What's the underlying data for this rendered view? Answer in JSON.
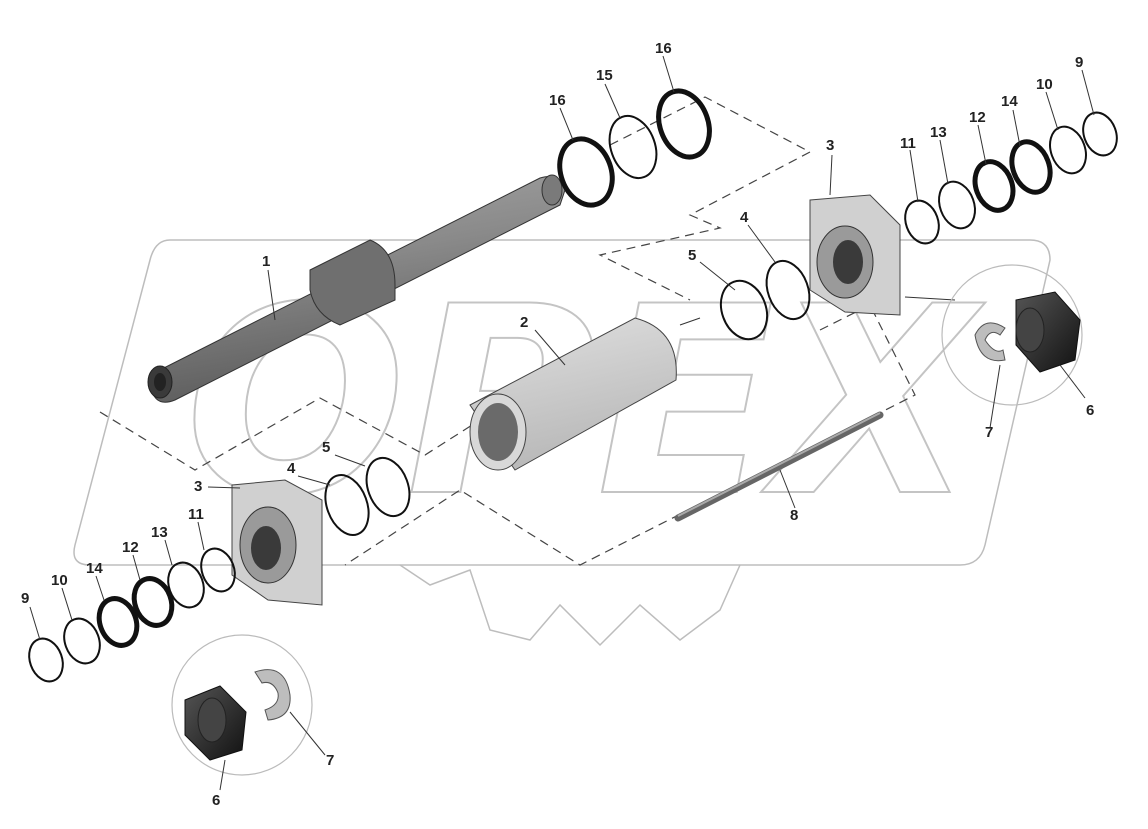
{
  "diagram": {
    "callouts": {
      "c1": "1",
      "c2": "2",
      "c3_right": "3",
      "c3_left": "3",
      "c4_right": "4",
      "c4_left": "4",
      "c5_right": "5",
      "c5_left": "5",
      "c6_right": "6",
      "c6_left": "6",
      "c7_right": "7",
      "c7_left": "7",
      "c8": "8",
      "c9_right": "9",
      "c9_left": "9",
      "c10_right": "10",
      "c10_left": "10",
      "c11_right": "11",
      "c11_left": "11",
      "c12_right": "12",
      "c12_left": "12",
      "c13_right": "13",
      "c13_left": "13",
      "c14_right": "14",
      "c14_left": "14",
      "c15": "15",
      "c16_top": "16",
      "c16_mid": "16"
    },
    "watermark_text": "OPEX",
    "colors": {
      "part_gray": "#8c8c8c",
      "part_light": "#c9c9c9",
      "part_dark": "#2a2a2a",
      "watermark": "#bdbdbd"
    }
  }
}
